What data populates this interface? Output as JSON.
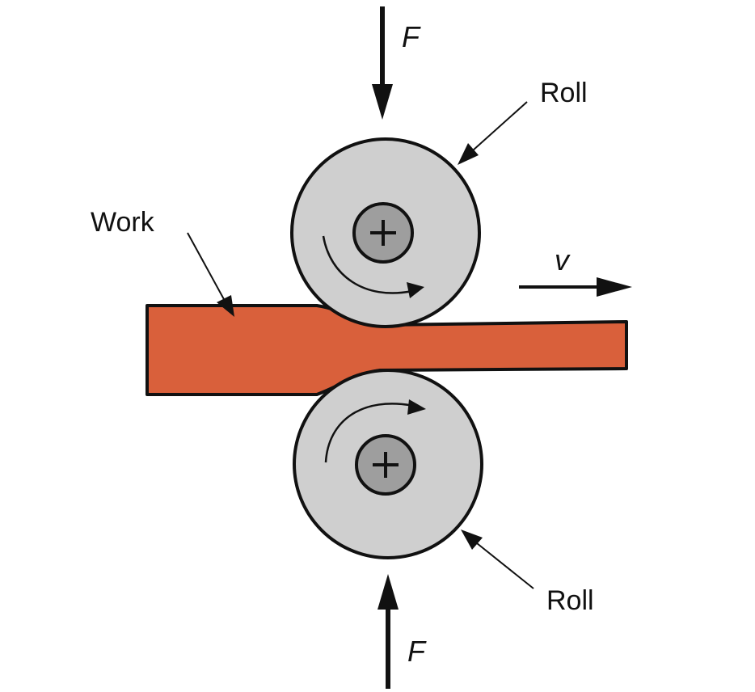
{
  "labels": {
    "force_top": "F",
    "force_bottom": "F",
    "roll_top": "Roll",
    "roll_bottom": "Roll",
    "work": "Work",
    "velocity": "v"
  },
  "colors": {
    "work_fill": "#d9603b",
    "roll_fill": "#cfcfcf",
    "hub_fill": "#9e9e9e",
    "stroke": "#111111",
    "background": "#ffffff"
  }
}
